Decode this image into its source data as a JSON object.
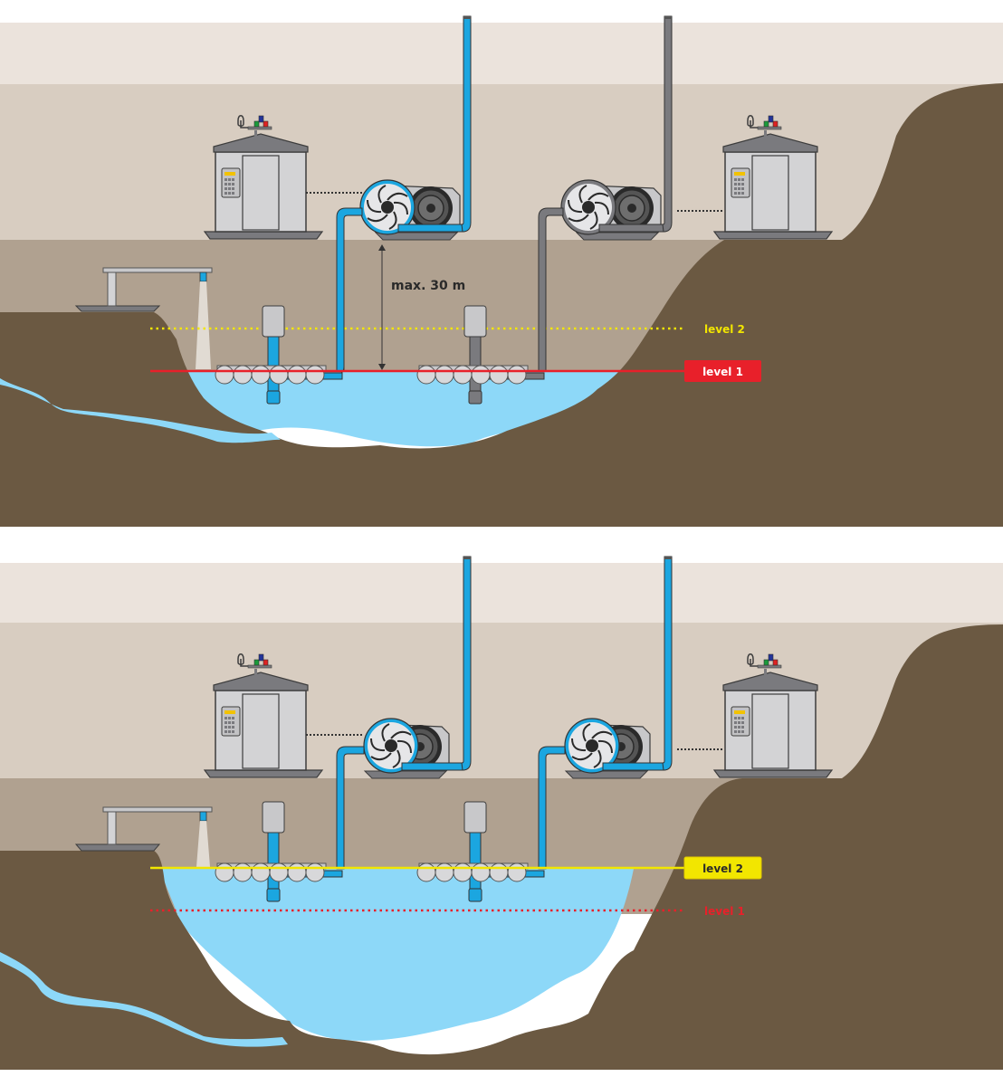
{
  "title": "Floating pump station water level diagram",
  "colors": {
    "sky_light": "#ebe3dc",
    "sky_mid": "#d8cdc1",
    "sky_low": "#b0a190",
    "ground": "#6b5942",
    "water": "#8dd8f8",
    "pipe_active": "#1ba6e0",
    "pipe_inactive": "#7a7a7e",
    "level1": "#e8202a",
    "level2": "#f2e600",
    "housing": "#d3d3d5"
  },
  "panels": [
    {
      "id": "low-water",
      "height_label": "max. 30 m",
      "levels": [
        {
          "label": "level 2",
          "style": "dotted",
          "active": false,
          "color": "#f2e600"
        },
        {
          "label": "level 1",
          "style": "solid",
          "active": true,
          "color": "#e8202a"
        }
      ],
      "pumps": [
        {
          "name": "pump-1",
          "state": "running"
        },
        {
          "name": "pump-2",
          "state": "stopped"
        }
      ]
    },
    {
      "id": "high-water",
      "levels": [
        {
          "label": "level 2",
          "style": "solid",
          "active": true,
          "color": "#f2e600"
        },
        {
          "label": "level 1",
          "style": "dotted",
          "active": false,
          "color": "#e8202a"
        }
      ],
      "pumps": [
        {
          "name": "pump-1",
          "state": "running"
        },
        {
          "name": "pump-2",
          "state": "running"
        }
      ]
    }
  ]
}
